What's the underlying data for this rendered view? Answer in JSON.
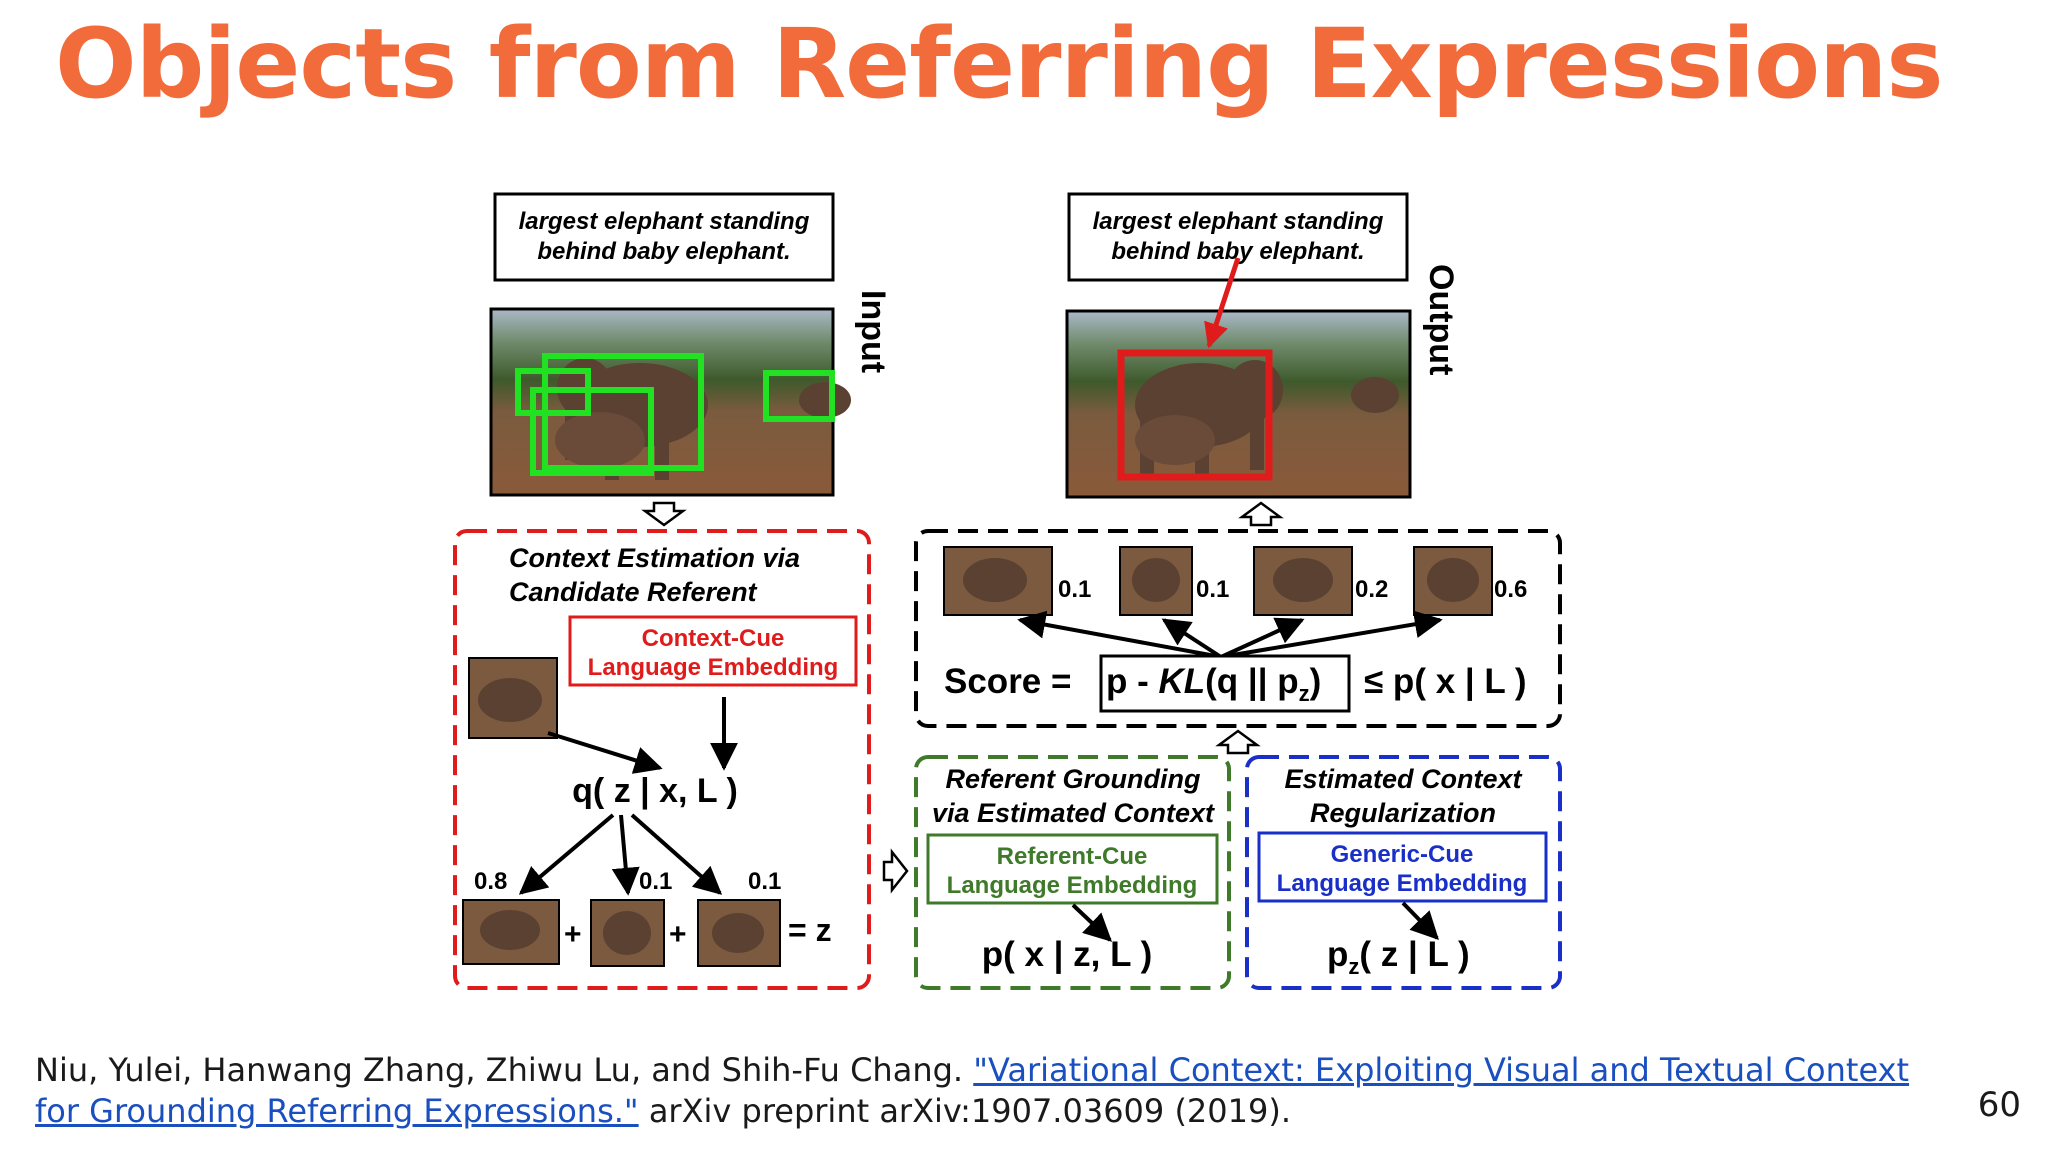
{
  "title": "Objects from Referring Expressions",
  "figure": {
    "input_caption_line1": "largest elephant standing",
    "input_caption_line2": "behind baby elephant.",
    "output_caption_line1": "largest elephant standing",
    "output_caption_line2": "behind baby elephant.",
    "input_label": "Input",
    "output_label": "Output",
    "context_box": {
      "title_line1": "Context Estimation via",
      "title_line2": "Candidate Referent",
      "embedding_line1": "Context-Cue",
      "embedding_line2": "Language Embedding",
      "posterior_formula": "q( z | x, L )",
      "weights": [
        "0.8",
        "0.1",
        "0.1"
      ],
      "plus": "+",
      "equals_z": "= z"
    },
    "score_box": {
      "scores": [
        "0.1",
        "0.1",
        "0.2",
        "0.6"
      ],
      "score_label": "Score =",
      "p_minus": "p - ",
      "kl": "KL",
      "kl_args": "(q || p",
      "sub_z": "z",
      "close_paren": ")",
      "bound": "≤ p( x | L )"
    },
    "grounding_box": {
      "title_line1": "Referent Grounding",
      "title_line2": "via Estimated Context",
      "embedding_line1": "Referent-Cue",
      "embedding_line2": "Language Embedding",
      "formula": "p( x | z, L )"
    },
    "regularization_box": {
      "title_line1": "Estimated Context",
      "title_line2": "Regularization",
      "embedding_line1": "Generic-Cue",
      "embedding_line2": "Language Embedding",
      "formula_p": "p",
      "formula_sub": "z",
      "formula_rest": "( z | L )"
    }
  },
  "citation": {
    "authors": "Niu, Yulei, Hanwang Zhang, Zhiwu Lu, and Shih-Fu Chang. ",
    "link_text": "\"Variational Context: Exploiting Visual and Textual Context for Grounding Referring Expressions.\"",
    "suffix": " arXiv preprint arXiv:1907.03609 (2019)."
  },
  "page_number": "60",
  "colors": {
    "title": "#f26b3a",
    "context_red": "#e01b1b",
    "grounding_green": "#3f7a2a",
    "regularization_blue": "#1a2fc8",
    "candidate_box_green": "#22e022",
    "link_blue": "#1a4fbf"
  },
  "icons": [
    "down-arrow-icon",
    "up-arrow-icon",
    "right-arrow-icon",
    "elephant-photo"
  ]
}
